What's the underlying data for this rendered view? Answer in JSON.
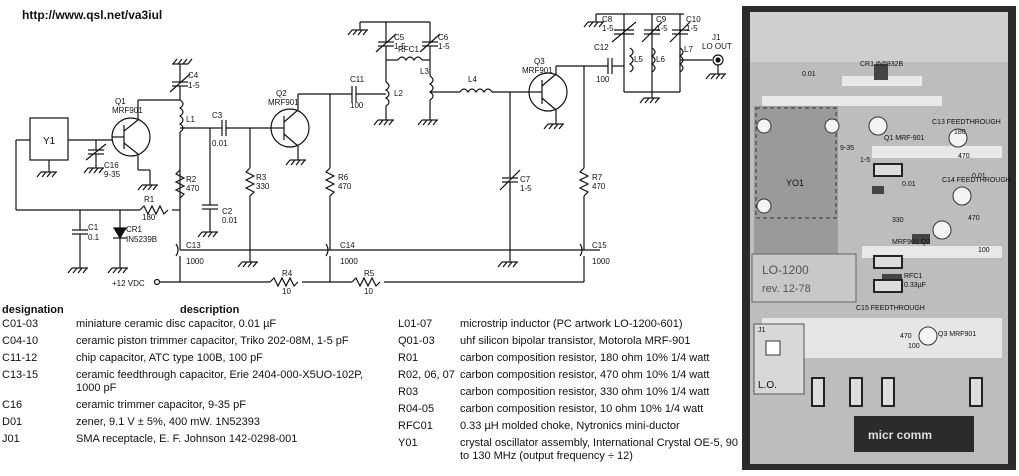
{
  "header": {
    "url": "http://www.qsl.net/va3iul"
  },
  "schematic": {
    "labels": {
      "y1": "Y1",
      "q1": "Q1",
      "q1_type": "MRF901",
      "q2": "Q2",
      "q2_type": "MRF901",
      "q3": "Q3",
      "q3_type": "MRF901",
      "c16": "C16",
      "c16_val": "9-35",
      "c4": "C4",
      "c4_val": "1-5",
      "l1": "L1",
      "c3": "C3",
      "c3_val": "0.01",
      "r1": "R1",
      "r1_val": "180",
      "cr1": "CR1",
      "cr1_val": "IN5239B",
      "c1": "C1",
      "c1_val": "0.1",
      "r2": "R2",
      "r2_val": "470",
      "c2": "C2",
      "c2_val": "0.01",
      "r3": "R3",
      "r3_val": "330",
      "r6": "R6",
      "r6_val": "470",
      "c11": "C11",
      "c11_val": "100",
      "c5": "C5",
      "c5_val": "1-5",
      "c6": "C6",
      "c6_val": "1-5",
      "rfc1": "RFC1",
      "l2": "L2",
      "l3": "L3",
      "l4": "L4",
      "c7": "C7",
      "c7_val": "1-5",
      "r7": "R7",
      "r7_val": "470",
      "c12": "C12",
      "c12_val": "100",
      "c8": "C8",
      "c8_val": "1-5",
      "c9": "C9",
      "c9_val": "1-5",
      "c10": "C10",
      "c10_val": "1-5",
      "l5": "L5",
      "l6": "L6",
      "l7": "L7",
      "j1": "J1",
      "j1_val": "LO OUT",
      "c13": "C13",
      "c13_val": "1000",
      "c14": "C14",
      "c14_val": "1000",
      "c15": "C15",
      "c15_val": "1000",
      "vdc": "+12 VDC",
      "r4": "R4",
      "r4_val": "10",
      "r5": "R5",
      "r5_val": "10"
    }
  },
  "bom": {
    "col_designation": "designation",
    "col_description": "description",
    "left": [
      {
        "des": "C01-03",
        "txt": "miniature ceramic disc capacitor, 0.01 µF"
      },
      {
        "des": "C04-10",
        "txt": "ceramic piston trimmer capacitor, Triko 202-08M, 1-5 pF"
      },
      {
        "des": "C11-12",
        "txt": "chip capacitor, ATC type 100B, 100 pF"
      },
      {
        "des": "C13-15",
        "txt": "ceramic feedthrough capacitor, Erie 2404-000-X5UO-102P, 1000 pF"
      },
      {
        "des": "C16",
        "txt": "ceramic trimmer capacitor, 9-35 pF"
      },
      {
        "des": "D01",
        "txt": "zener, 9.1 V ± 5%, 400 mW. 1N52393"
      },
      {
        "des": "J01",
        "txt": "SMA receptacle, E. F. Johnson 142-0298-001"
      }
    ],
    "right": [
      {
        "des": "L01-07",
        "txt": "microstrip inductor (PC artwork LO-1200-601)"
      },
      {
        "des": "Q01-03",
        "txt": "uhf silicon bipolar transistor, Motorola MRF-901"
      },
      {
        "des": "R01",
        "txt": "carbon composition resistor, 180 ohm 10% 1/4 watt"
      },
      {
        "des": "R02, 06, 07",
        "txt": "carbon composition resistor, 470 ohm 10% 1/4 watt"
      },
      {
        "des": "R03",
        "txt": "carbon composition resistor, 330 ohm 10% 1/4 watt"
      },
      {
        "des": "R04-05",
        "txt": "carbon composition resistor, 10 ohm 10% 1/4 watt"
      },
      {
        "des": "RFC01",
        "txt": "0.33 µH molded choke, Nytronics mini-ductor"
      },
      {
        "des": "Y01",
        "txt": "crystal oscillator assembly, International Crystal OE-5, 90 to 130 MHz (output frequency ÷ 12)"
      }
    ]
  },
  "board": {
    "cr1": "CR1  IN5932B",
    "c13": "C13 FEEDTHROUGH",
    "c14": "C14 FEEDTHROUGH",
    "c15": "C15 FEEDTHROUGH",
    "yo1": "YO1",
    "title": "LO-1200",
    "rev": "rev. 12-78",
    "rfc1": "RFC1",
    "rfc1_val": "0.33µF",
    "j1": "J1",
    "lo": "L.O.",
    "logo": "micr comm",
    "q1": "Q1 MRF-901",
    "q2": "MRF901 Q2",
    "q3": "Q3 MRF901",
    "v001": "0.01",
    "v001b": "0.01",
    "v001c": "0.01",
    "v935": "9-35",
    "v180": "180",
    "v470a": "470",
    "v470b": "470",
    "v470c": "470",
    "v330": "330",
    "v100a": "100",
    "v100b": "100",
    "v15": "1-5"
  }
}
